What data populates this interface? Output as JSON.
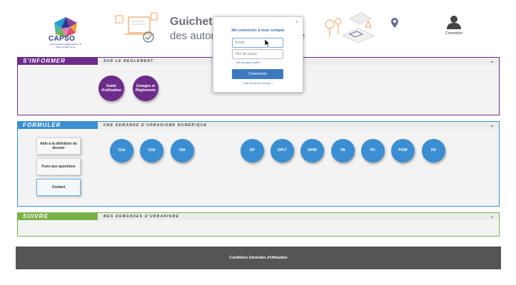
{
  "header": {
    "logo_text": "CAPSO",
    "logo_subtext": "Communauté d'Agglomération du Pays de Saint-Omer",
    "hero_title": "Guichet n",
    "hero_subtitle": "des autor",
    "hero_title_tail": "e",
    "user_label": "Connexion"
  },
  "sections": {
    "informer": {
      "tag": "S'INFORMER",
      "caption": "SUR LE RÈGLEMENT",
      "buttons": [
        {
          "label": "Guide d'utilisation"
        },
        {
          "label": "Zonages et Règlements"
        }
      ]
    },
    "formuler": {
      "tag": "FORMULER",
      "caption": "UNE DEMANDE D'URBANISME NUMÉRIQUE",
      "side_buttons": [
        {
          "label": "Aide à la définition du dossier"
        },
        {
          "label": "Foire aux questions"
        },
        {
          "label": "Contact"
        }
      ],
      "circles": [
        "CUa",
        "CUb",
        "DIA",
        "DP",
        "DPLT",
        "DPMI",
        "PA",
        "PC",
        "PCMI",
        "PD"
      ]
    },
    "suivre": {
      "tag": "SUIVRE",
      "caption": "MES DEMANDES D'URBANISME"
    }
  },
  "footer": {
    "link": "Conditions Générales d'Utilisation"
  },
  "login": {
    "title": "Me connecter à mon compte",
    "email_placeholder": "Email",
    "password_placeholder": "Mot de passe",
    "forgot": "Mot de passe oublié ?",
    "submit": "Connexion",
    "signup": "Pas encore de compte ?",
    "close": "×"
  },
  "colors": {
    "purple": "#6c2c8a",
    "blue": "#3a8ed1",
    "green": "#7ab24a",
    "button_blue": "#3e79bf",
    "footer": "#555555"
  }
}
